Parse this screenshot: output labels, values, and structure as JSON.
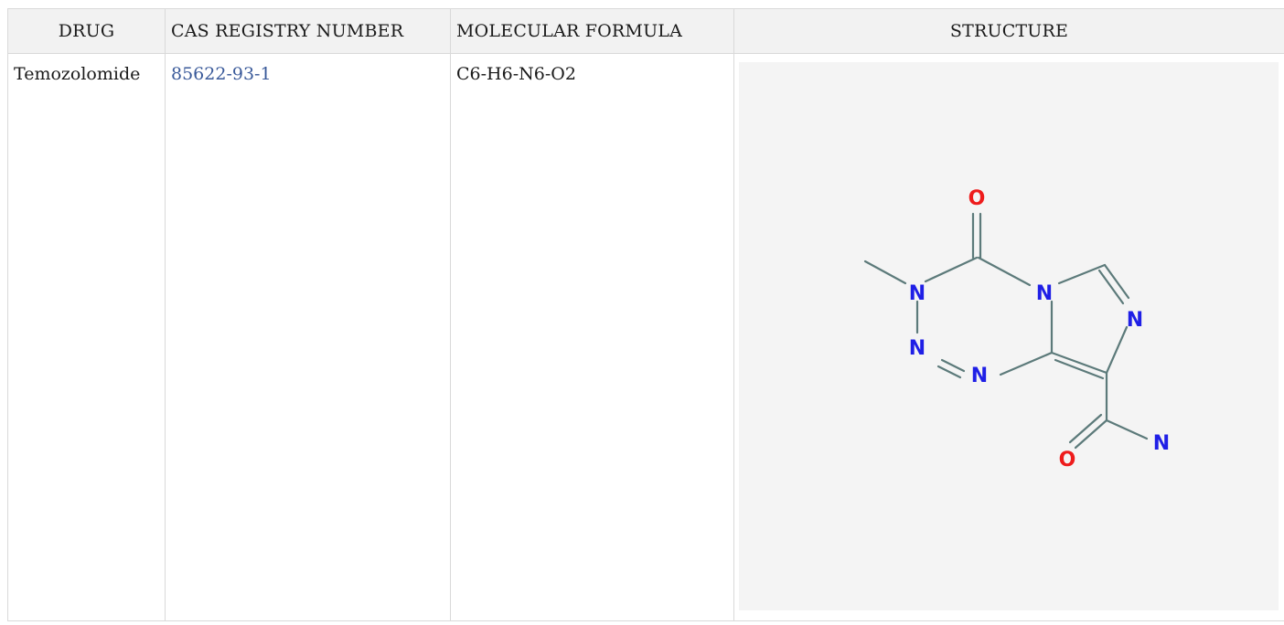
{
  "table": {
    "headers": {
      "drug": "DRUG",
      "cas": "CAS REGISTRY NUMBER",
      "formula": "MOLECULAR FORMULA",
      "structure": "STRUCTURE"
    },
    "rows": [
      {
        "drug": "Temozolomide",
        "cas": "85622-93-1",
        "formula": "C6-H6-N6-O2"
      }
    ]
  },
  "structure": {
    "atoms": {
      "o_top": "O",
      "n3": "N",
      "n4": "N",
      "n_imid": "N",
      "n2": "N",
      "n1": "N",
      "n_amide": "N",
      "o_amide": "O"
    },
    "colors": {
      "bond": "#5c7a7a",
      "nitrogen": "#1f1fe6",
      "oxygen": "#ee1c1c",
      "panel": "#f4f4f4",
      "link": "#3a5a9a"
    }
  }
}
